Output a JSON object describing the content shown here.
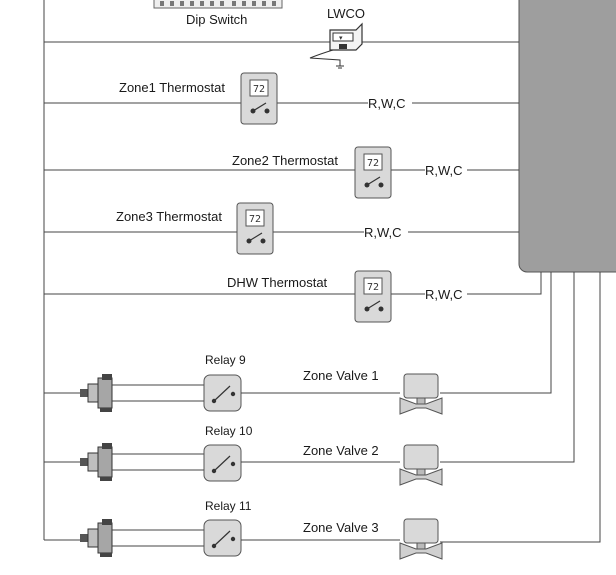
{
  "labels": {
    "dip_switch": "Dip Switch",
    "lwco": "LWCO",
    "zone1_thermostat": "Zone1 Thermostat",
    "zone2_thermostat": "Zone2 Thermostat",
    "zone3_thermostat": "Zone3 Thermostat",
    "dhw_thermostat": "DHW Thermostat",
    "rwc": "R,W,C",
    "relay9": "Relay 9",
    "relay10": "Relay 10",
    "relay11": "Relay 11",
    "zone_valve1": "Zone Valve 1",
    "zone_valve2": "Zone Valve 2",
    "zone_valve3": "Zone Valve 3",
    "thermostat_reading": "72",
    "lwco_symbol": "▾"
  },
  "colors": {
    "control_box": "#9e9e9e",
    "device_fill": "#d9d9d9",
    "wire": "#444444"
  },
  "icons": [
    "thermostat-icon",
    "relay-icon",
    "zone-valve-icon",
    "pump-icon",
    "lwco-icon",
    "dip-switch-icon"
  ]
}
